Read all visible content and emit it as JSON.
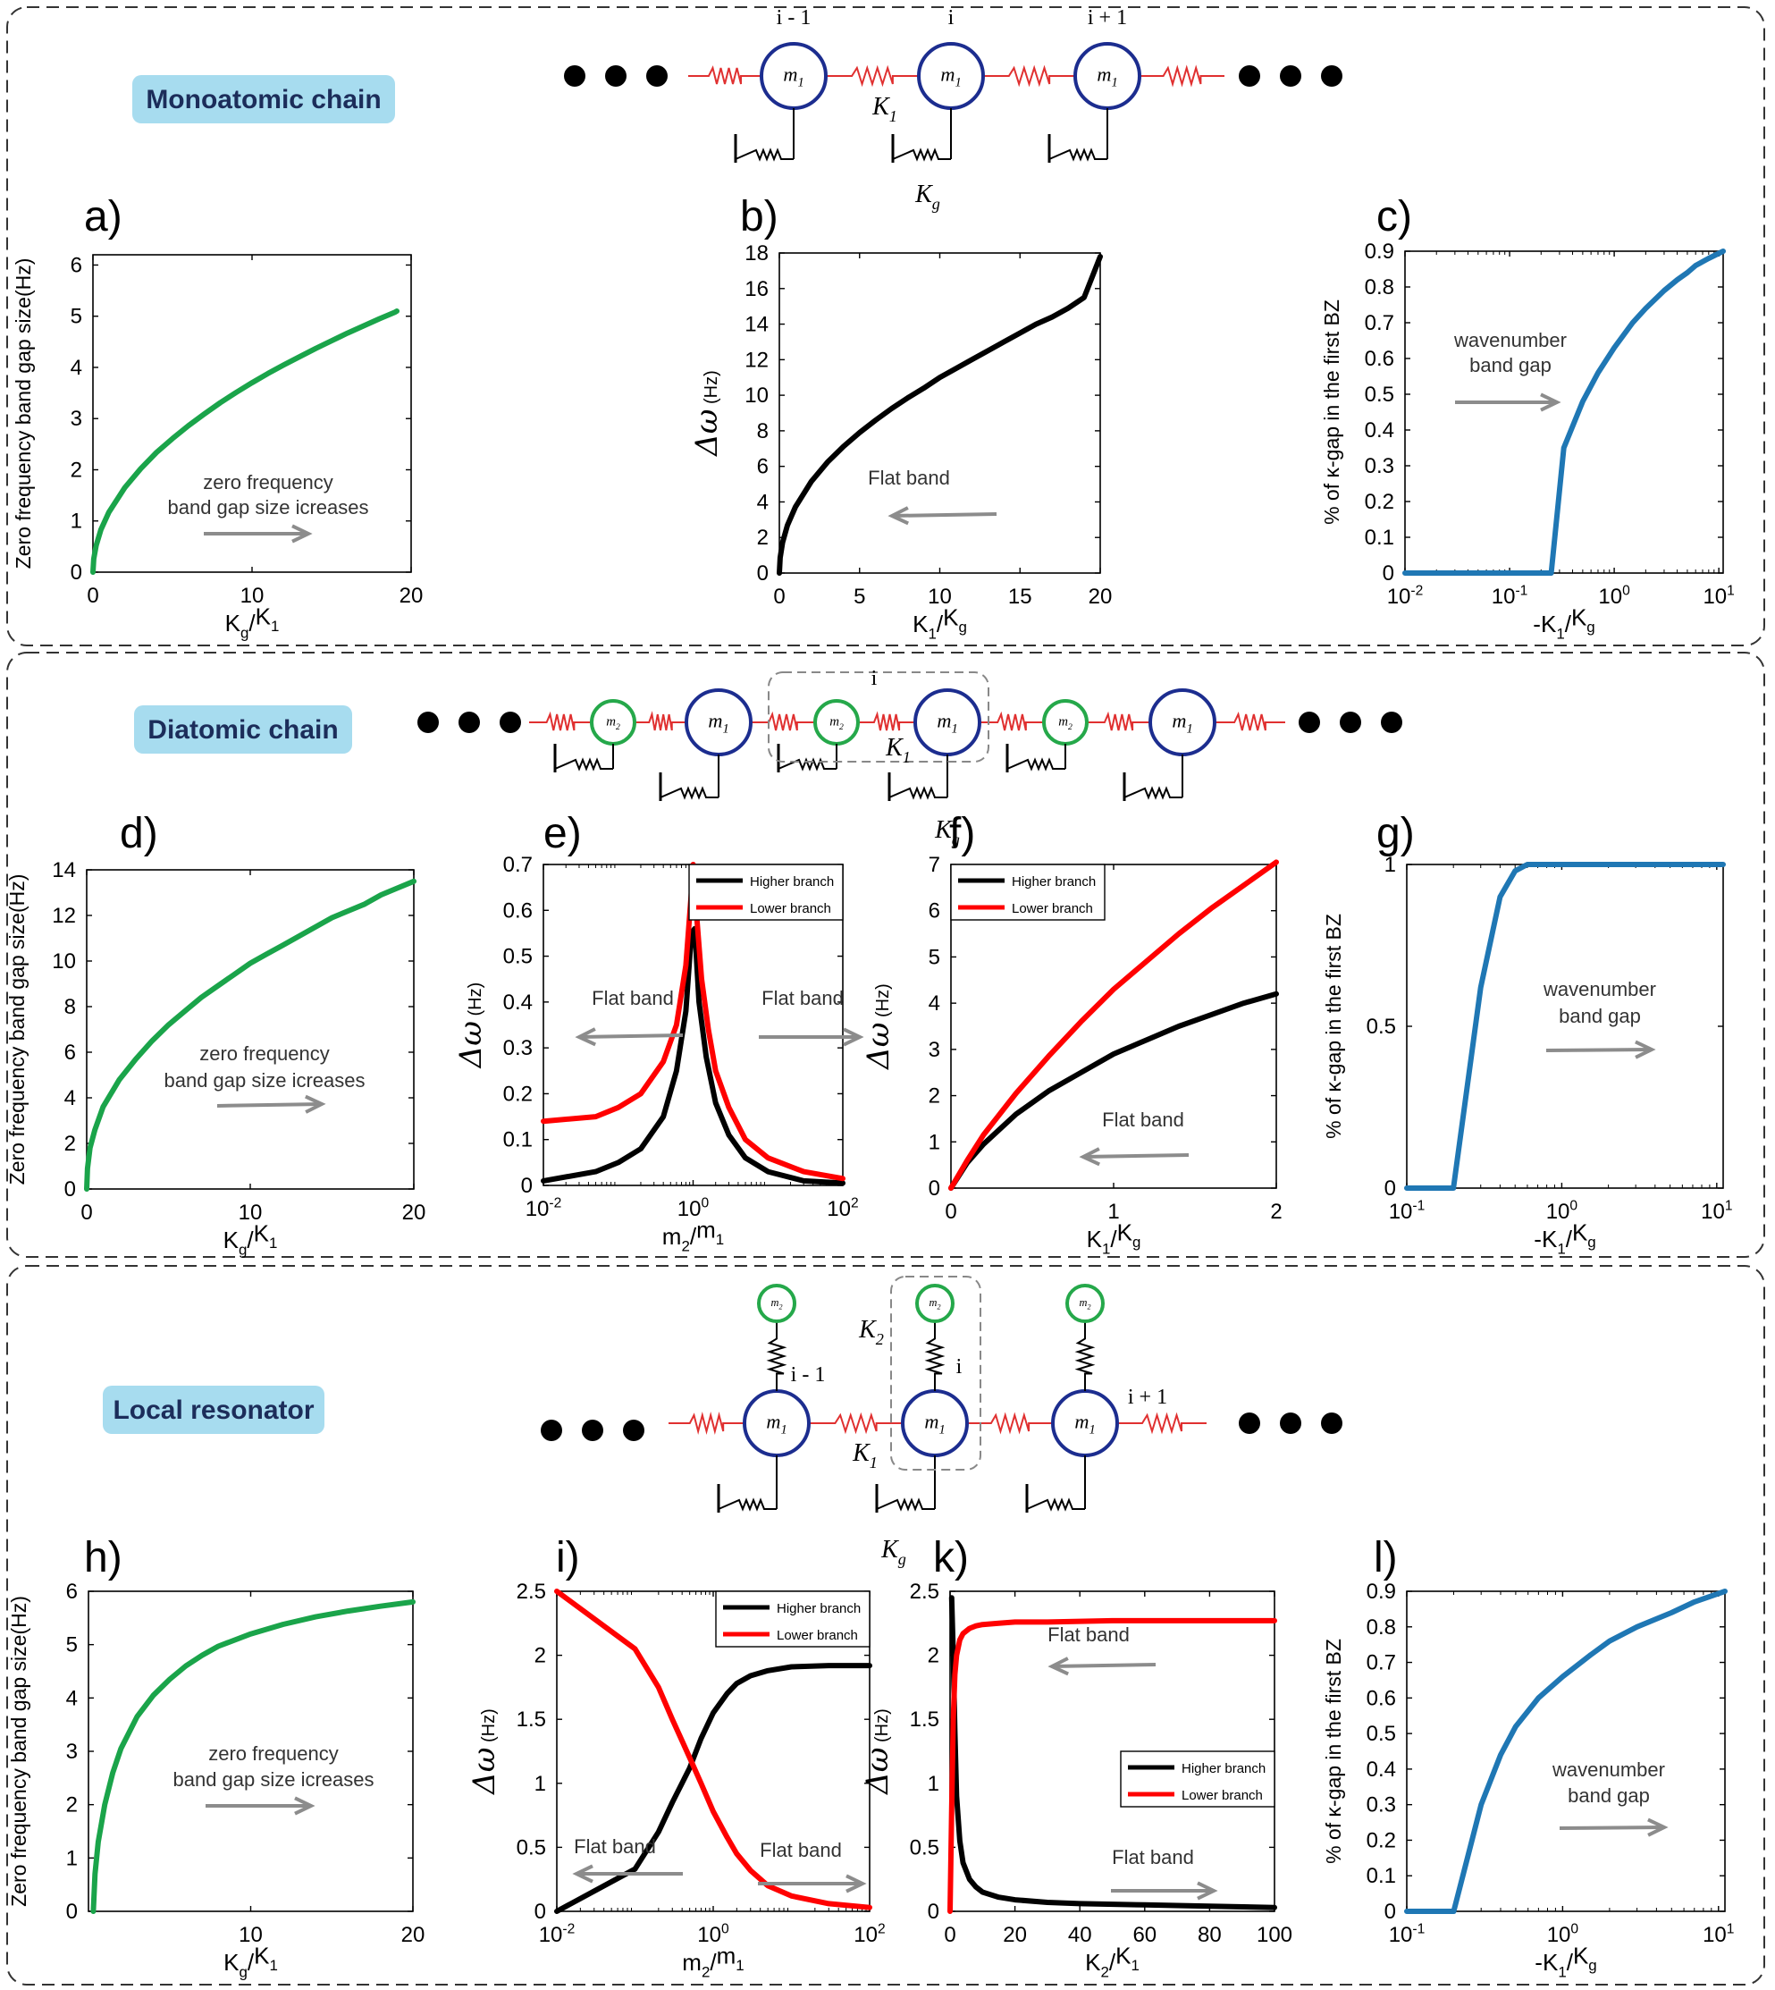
{
  "sections": [
    {
      "label": "Monoatomic chain",
      "color": "#a7dcef"
    },
    {
      "label": "Diatomic chain",
      "color": "#a7dcef"
    },
    {
      "label": "Local resonator",
      "color": "#a7dcef"
    }
  ],
  "diagrams": {
    "mono": {
      "mass_label": "m1",
      "index_labels": [
        "i - 1",
        "i",
        "i + 1"
      ],
      "spring_coupling": "K1",
      "spring_ground": "Kg"
    },
    "di": {
      "mass_labels": [
        "m2",
        "m1"
      ],
      "index_label": "i",
      "spring_coupling": "K1",
      "spring_ground": "Kg"
    },
    "lr": {
      "mass_labels": [
        "m1",
        "m2"
      ],
      "index_labels": [
        "i - 1",
        "i",
        "i + 1"
      ],
      "spring_coupling": "K1",
      "spring_resonator": "K2",
      "spring_ground": "Kg"
    }
  },
  "colors": {
    "green": "#1aa44a",
    "black": "#000000",
    "red": "#ff0000",
    "blue": "#1f77b4",
    "arrow": "#8c8c8c",
    "chain_red": "#e03030",
    "mass_blue": "#1c2d8f",
    "mass_green": "#25a84a"
  },
  "chart_data": [
    {
      "id": "a",
      "panel_label": "a)",
      "type": "line",
      "xlabel": "Kg/K1",
      "ylabel": "Zero frequency band gap size(Hz)",
      "xlim": [
        0,
        20
      ],
      "ylim": [
        0,
        6.2
      ],
      "xticks": [
        0,
        10,
        20
      ],
      "yticks": [
        0,
        1,
        2,
        3,
        4,
        5,
        6
      ],
      "annotation": [
        "zero frequency",
        "band gap size icreases"
      ],
      "arrow": "right",
      "series": [
        {
          "color": "green",
          "x": [
            0,
            0.05,
            0.2,
            0.5,
            1,
            2,
            3,
            4,
            5,
            6,
            7,
            8,
            9,
            10,
            11,
            12,
            13,
            14,
            15,
            16,
            17,
            18,
            19,
            19.1
          ],
          "y": [
            0,
            0.26,
            0.52,
            0.83,
            1.17,
            1.65,
            2.02,
            2.34,
            2.61,
            2.86,
            3.09,
            3.31,
            3.51,
            3.7,
            3.88,
            4.05,
            4.21,
            4.37,
            4.52,
            4.67,
            4.81,
            4.95,
            5.08,
            5.1
          ]
        }
      ]
    },
    {
      "id": "b",
      "panel_label": "b)",
      "type": "line",
      "xlabel": "K1/Kg",
      "ylabel": "Δω (Hz)",
      "xlim": [
        0,
        20
      ],
      "ylim": [
        0,
        18
      ],
      "xticks": [
        0,
        5,
        10,
        15,
        20
      ],
      "yticks": [
        0,
        2,
        4,
        6,
        8,
        10,
        12,
        14,
        16,
        18
      ],
      "annotation": [
        "Flat band"
      ],
      "arrow": "left",
      "series": [
        {
          "color": "black",
          "x": [
            0,
            0.05,
            0.2,
            0.5,
            1,
            2,
            3,
            4,
            5,
            6,
            7,
            8,
            9,
            10,
            11,
            12,
            13,
            14,
            15,
            16,
            17,
            18,
            19,
            20
          ],
          "y": [
            0,
            0.86,
            1.72,
            2.68,
            3.72,
            5.16,
            6.24,
            7.12,
            7.9,
            8.6,
            9.25,
            9.85,
            10.4,
            11.0,
            11.5,
            12.0,
            12.5,
            13.0,
            13.5,
            14.0,
            14.4,
            14.9,
            15.5,
            17.8
          ]
        }
      ]
    },
    {
      "id": "c",
      "panel_label": "c)",
      "type": "line",
      "xlabel": "-K1/Kg",
      "ylabel": "% of κ-gap in the first BZ",
      "xscale": "log",
      "xlim": [
        0.01,
        11
      ],
      "ylim": [
        0,
        0.9
      ],
      "xticks": [
        0.01,
        0.1,
        1,
        10
      ],
      "xtick_labels": [
        "10-2",
        "10-1",
        "100",
        "101"
      ],
      "yticks": [
        0,
        0.1,
        0.2,
        0.3,
        0.4,
        0.5,
        0.6,
        0.7,
        0.8,
        0.9
      ],
      "annotation": [
        "wavenumber",
        "band gap"
      ],
      "arrow": "right",
      "series": [
        {
          "color": "blue",
          "x": [
            0.01,
            0.25,
            0.33,
            0.5,
            0.7,
            1,
            1.5,
            2,
            3,
            4,
            5,
            6,
            8,
            11
          ],
          "y": [
            0,
            0,
            0.35,
            0.48,
            0.56,
            0.63,
            0.7,
            0.74,
            0.79,
            0.82,
            0.84,
            0.86,
            0.88,
            0.9
          ]
        }
      ]
    },
    {
      "id": "d",
      "panel_label": "d)",
      "type": "line",
      "xlabel": "Kg/K1",
      "ylabel": "Zero frequency band gap size(Hz)",
      "xlim": [
        0,
        20
      ],
      "ylim": [
        0,
        14
      ],
      "xticks": [
        0,
        10,
        20
      ],
      "yticks": [
        0,
        2,
        4,
        6,
        8,
        10,
        12,
        14
      ],
      "annotation": [
        "zero frequency",
        "band gap size icreases"
      ],
      "arrow": "right",
      "series": [
        {
          "color": "green",
          "x": [
            0,
            0.05,
            0.2,
            0.5,
            1,
            2,
            3,
            4,
            5,
            6,
            7,
            8,
            9,
            10,
            11,
            12,
            13,
            14,
            15,
            16,
            17,
            18,
            19,
            20
          ],
          "y": [
            0,
            0.9,
            1.8,
            2.6,
            3.6,
            4.8,
            5.7,
            6.5,
            7.2,
            7.8,
            8.4,
            8.9,
            9.4,
            9.9,
            10.3,
            10.7,
            11.1,
            11.5,
            11.9,
            12.2,
            12.5,
            12.9,
            13.2,
            13.5
          ]
        }
      ]
    },
    {
      "id": "e",
      "panel_label": "e)",
      "type": "line",
      "xlabel": "m2/m1",
      "ylabel": "Δω (Hz)",
      "xscale": "log",
      "xlim": [
        0.01,
        100
      ],
      "ylim": [
        0,
        0.7
      ],
      "xticks": [
        0.01,
        1,
        100
      ],
      "xtick_labels": [
        "10-2",
        "100",
        "102"
      ],
      "yticks": [
        0,
        0.1,
        0.2,
        0.3,
        0.4,
        0.5,
        0.6,
        0.7
      ],
      "legend": [
        "Higher branch",
        "Lower branch"
      ],
      "legend_position": "top-right",
      "annotations": [
        "Flat band",
        "Flat band"
      ],
      "series": [
        {
          "name": "Higher branch",
          "color": "black",
          "x": [
            0.01,
            0.05,
            0.1,
            0.2,
            0.4,
            0.6,
            0.8,
            0.95,
            1.05,
            1.2,
            1.5,
            2,
            3,
            5,
            10,
            30,
            100
          ],
          "y": [
            0.01,
            0.03,
            0.05,
            0.08,
            0.15,
            0.25,
            0.38,
            0.55,
            0.56,
            0.4,
            0.28,
            0.18,
            0.11,
            0.06,
            0.03,
            0.01,
            0.005
          ]
        },
        {
          "name": "Lower branch",
          "color": "red",
          "x": [
            0.01,
            0.05,
            0.1,
            0.2,
            0.4,
            0.6,
            0.8,
            0.95,
            1,
            1.1,
            1.3,
            1.6,
            2,
            3,
            5,
            10,
            30,
            100
          ],
          "y": [
            0.14,
            0.15,
            0.17,
            0.2,
            0.27,
            0.35,
            0.48,
            0.64,
            0.7,
            0.6,
            0.45,
            0.34,
            0.25,
            0.17,
            0.1,
            0.06,
            0.03,
            0.015
          ]
        }
      ]
    },
    {
      "id": "f",
      "panel_label": "f)",
      "type": "line",
      "xlabel": "K1/Kg",
      "ylabel": "Δω (Hz)",
      "xlim": [
        0,
        2
      ],
      "ylim": [
        0,
        7
      ],
      "xticks": [
        0,
        1,
        2
      ],
      "yticks": [
        0,
        1,
        2,
        3,
        4,
        5,
        6,
        7
      ],
      "legend": [
        "Higher branch",
        "Lower branch"
      ],
      "legend_position": "top-left",
      "annotation": [
        "Flat band"
      ],
      "arrow": "left",
      "series": [
        {
          "name": "Higher branch",
          "color": "black",
          "x": [
            0,
            0.1,
            0.2,
            0.4,
            0.6,
            0.8,
            1,
            1.2,
            1.4,
            1.6,
            1.8,
            2
          ],
          "y": [
            0,
            0.55,
            0.95,
            1.6,
            2.1,
            2.5,
            2.9,
            3.2,
            3.5,
            3.75,
            4.0,
            4.2
          ]
        },
        {
          "name": "Lower branch",
          "color": "red",
          "x": [
            0,
            0.1,
            0.2,
            0.4,
            0.6,
            0.8,
            1,
            1.2,
            1.4,
            1.6,
            1.8,
            2
          ],
          "y": [
            0,
            0.6,
            1.15,
            2.05,
            2.85,
            3.6,
            4.3,
            4.9,
            5.5,
            6.05,
            6.55,
            7.05
          ]
        }
      ]
    },
    {
      "id": "g",
      "panel_label": "g)",
      "type": "line",
      "xlabel": "-K1/Kg",
      "ylabel": "% of κ-gap in the first BZ",
      "xscale": "log",
      "xlim": [
        0.1,
        11
      ],
      "ylim": [
        0,
        1
      ],
      "xticks": [
        0.1,
        1,
        10
      ],
      "xtick_labels": [
        "10-1",
        "100",
        "101"
      ],
      "yticks": [
        0,
        0.5,
        1
      ],
      "annotation": [
        "wavenumber",
        "band gap"
      ],
      "arrow": "right",
      "series": [
        {
          "color": "blue",
          "x": [
            0.1,
            0.2,
            0.3,
            0.4,
            0.5,
            0.6,
            11
          ],
          "y": [
            0,
            0,
            0.62,
            0.9,
            0.98,
            1,
            1
          ]
        }
      ]
    },
    {
      "id": "h",
      "panel_label": "h)",
      "type": "line",
      "xlabel": "Kg/K1",
      "ylabel": "Zero frequency band gap size(Hz)",
      "xlim": [
        0,
        20
      ],
      "ylim": [
        0,
        6
      ],
      "xticks": [
        10,
        20
      ],
      "yticks": [
        0,
        1,
        2,
        3,
        4,
        5,
        6
      ],
      "annotation": [
        "zero frequency",
        "band gap size icreases"
      ],
      "arrow": "right",
      "series": [
        {
          "color": "green",
          "x": [
            0.3,
            0.4,
            0.6,
            1,
            1.5,
            2,
            3,
            4,
            5,
            6,
            7,
            8,
            10,
            12,
            14,
            16,
            18,
            20
          ],
          "y": [
            0,
            0.7,
            1.3,
            2.0,
            2.6,
            3.05,
            3.65,
            4.05,
            4.35,
            4.6,
            4.8,
            4.97,
            5.2,
            5.38,
            5.52,
            5.63,
            5.72,
            5.8
          ]
        }
      ]
    },
    {
      "id": "i",
      "panel_label": "i)",
      "type": "line",
      "xlabel": "m2/m1",
      "ylabel": "Δω (Hz)",
      "xscale": "log",
      "xlim": [
        0.01,
        100
      ],
      "ylim": [
        0,
        2.5
      ],
      "xticks": [
        0.01,
        1,
        100
      ],
      "xtick_labels": [
        "10-2",
        "100",
        "102"
      ],
      "yticks": [
        0,
        0.5,
        1,
        1.5,
        2,
        2.5
      ],
      "legend": [
        "Higher branch",
        "Lower branch"
      ],
      "legend_position": "top-right",
      "annotations": [
        "Flat band",
        "Flat band"
      ],
      "series": [
        {
          "name": "Higher branch",
          "color": "black",
          "x": [
            0.01,
            0.1,
            0.2,
            0.3,
            0.5,
            0.7,
            1,
            1.5,
            2,
            3,
            5,
            10,
            30,
            100
          ],
          "y": [
            0,
            0.33,
            0.62,
            0.85,
            1.12,
            1.35,
            1.55,
            1.7,
            1.78,
            1.84,
            1.88,
            1.91,
            1.92,
            1.92
          ]
        },
        {
          "name": "Lower branch",
          "color": "red",
          "x": [
            0.01,
            0.1,
            0.2,
            0.3,
            0.5,
            0.7,
            1,
            1.5,
            2,
            3,
            5,
            10,
            30,
            100
          ],
          "y": [
            2.5,
            2.05,
            1.75,
            1.5,
            1.2,
            1.0,
            0.78,
            0.58,
            0.45,
            0.32,
            0.2,
            0.12,
            0.06,
            0.03
          ]
        }
      ]
    },
    {
      "id": "k",
      "panel_label": "k)",
      "type": "line",
      "xlabel": "K2/K1",
      "ylabel": "Δω (Hz)",
      "xlim": [
        0,
        100
      ],
      "ylim": [
        0,
        2.5
      ],
      "xticks": [
        0,
        20,
        40,
        60,
        80,
        100
      ],
      "yticks": [
        0,
        0.5,
        1,
        1.5,
        2,
        2.5
      ],
      "legend": [
        "Higher branch",
        "Lower branch"
      ],
      "legend_position": "center-right",
      "annotations": [
        "Flat band",
        "Flat band"
      ],
      "series": [
        {
          "name": "Higher branch",
          "color": "black",
          "x": [
            0.5,
            1,
            1.5,
            2,
            3,
            4,
            6,
            8,
            10,
            15,
            20,
            30,
            40,
            60,
            80,
            100
          ],
          "y": [
            2.45,
            2.0,
            1.4,
            0.9,
            0.55,
            0.38,
            0.25,
            0.19,
            0.15,
            0.11,
            0.09,
            0.07,
            0.06,
            0.05,
            0.04,
            0.03
          ]
        },
        {
          "name": "Lower branch",
          "color": "red",
          "x": [
            0,
            0.5,
            1,
            1.5,
            2,
            3,
            4,
            6,
            8,
            10,
            15,
            20,
            30,
            50,
            100
          ],
          "y": [
            0,
            0.8,
            1.5,
            1.85,
            2.0,
            2.12,
            2.17,
            2.21,
            2.23,
            2.24,
            2.25,
            2.26,
            2.26,
            2.27,
            2.27
          ]
        }
      ]
    },
    {
      "id": "l",
      "panel_label": "l)",
      "type": "line",
      "xlabel": "-K1/Kg",
      "ylabel": "% of κ-gap in the first BZ",
      "xscale": "log",
      "xlim": [
        0.1,
        11
      ],
      "ylim": [
        0,
        0.9
      ],
      "xticks": [
        0.1,
        1,
        10
      ],
      "xtick_labels": [
        "10-1",
        "100",
        "101"
      ],
      "yticks": [
        0,
        0.1,
        0.2,
        0.3,
        0.4,
        0.5,
        0.6,
        0.7,
        0.8,
        0.9
      ],
      "annotation": [
        "wavenumber",
        "band gap"
      ],
      "arrow": "right",
      "series": [
        {
          "color": "blue",
          "x": [
            0.1,
            0.2,
            0.3,
            0.4,
            0.5,
            0.7,
            1,
            1.5,
            2,
            3,
            5,
            7,
            11
          ],
          "y": [
            0,
            0,
            0.3,
            0.44,
            0.52,
            0.6,
            0.66,
            0.72,
            0.76,
            0.8,
            0.84,
            0.87,
            0.9
          ]
        }
      ]
    }
  ]
}
